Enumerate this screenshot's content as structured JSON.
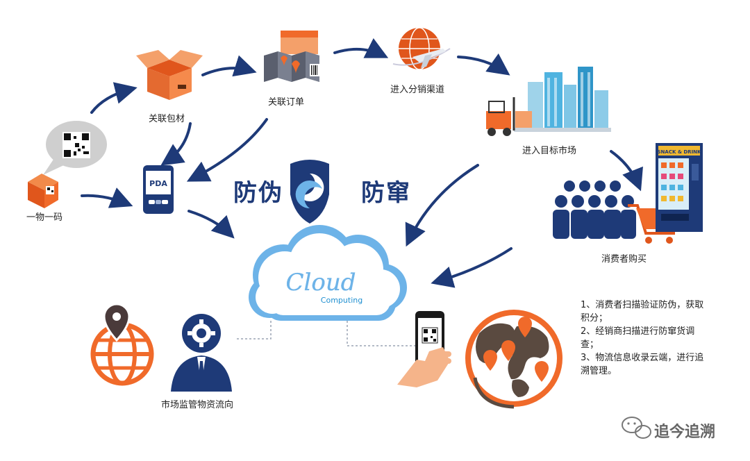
{
  "labels": {
    "one_item_one_code": "一物一码",
    "link_packaging": "关联包材",
    "link_order": "关联订单",
    "distribution": "进入分销渠道",
    "target_market": "进入目标市场",
    "consumer_purchase": "消费者购买",
    "market_supervision": "市场监管物资流向"
  },
  "brand": {
    "left": "防伪",
    "right": "防窜"
  },
  "device": {
    "pda": "PDA"
  },
  "cloud": {
    "word": "Cloud",
    "sub": "Computing"
  },
  "vending": {
    "sign": "SNACK & DRINK"
  },
  "notes": [
    "1、消费者扫描验证防伪，获取积分；",
    "2、经销商扫描进行防窜货调查；",
    "3、物流信息收录云端，进行追溯管理。"
  ],
  "watermark": "追今追溯",
  "colors": {
    "navy": "#1e3a78",
    "orange": "#f06a2a",
    "light_blue": "#6db3e8"
  }
}
